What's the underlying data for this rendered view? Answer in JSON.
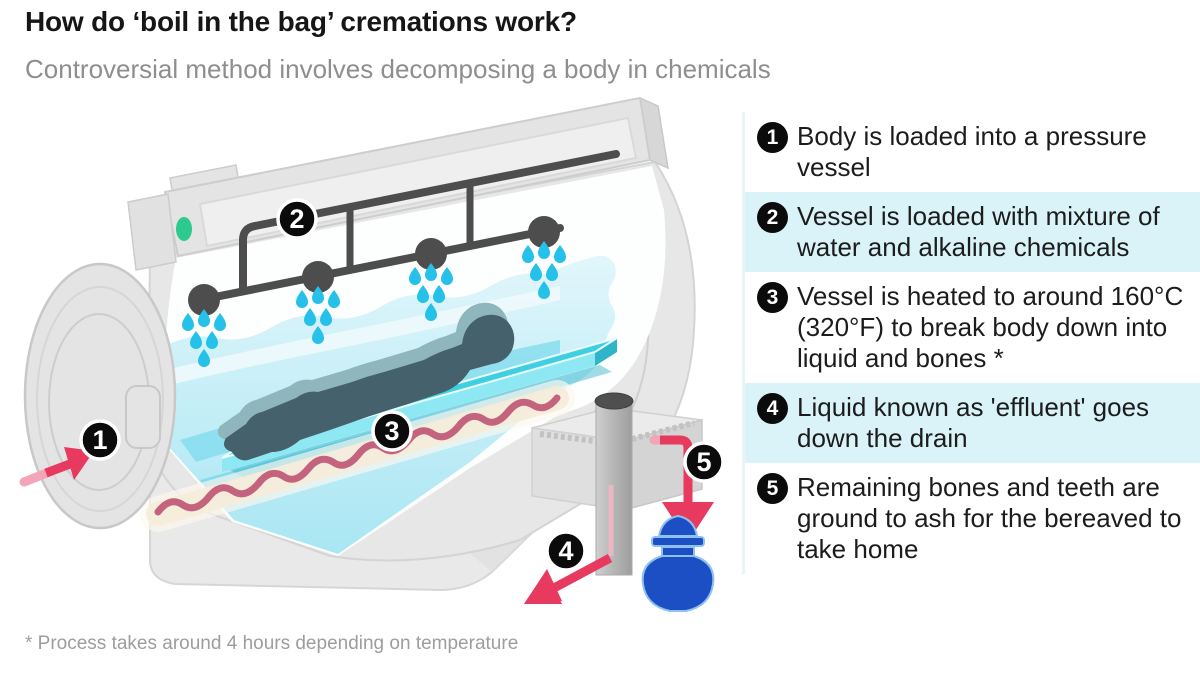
{
  "header": {
    "title": "How do ‘boil in the bag’ cremations work?",
    "subtitle": "Controversial method involves decomposing a body in chemicals"
  },
  "footnote": "* Process takes around 4 hours depending on temperature",
  "steps": [
    {
      "num": "1",
      "text": "Body is loaded into a pressure vessel",
      "highlighted": false
    },
    {
      "num": "2",
      "text": "Vessel is loaded with mixture of water and alkaline chemicals",
      "highlighted": true
    },
    {
      "num": "3",
      "text": "Vessel is heated to around 160°C (320°F) to break body down into liquid and bones *",
      "highlighted": false
    },
    {
      "num": "4",
      "text": "Liquid known as 'effluent' goes down the drain",
      "highlighted": true
    },
    {
      "num": "5",
      "text": "Remaining bones and teeth are ground to ash for the bereaved to take home",
      "highlighted": false
    }
  ],
  "diagram": {
    "description": "Cutaway pressure vessel with body submerged in alkaline water, sprinkler pipes above, heating element below, drain unit with pipe, effluent arrow and blue ash urn",
    "icons": [
      "pressure-vessel",
      "vessel-door",
      "sprinkler-pipes",
      "water-droplets",
      "body-silhouette",
      "heating-element",
      "drain-unit",
      "effluent-arrow",
      "load-arrow",
      "ash-arrow",
      "urn-icon",
      "indicator-light"
    ]
  },
  "colors": {
    "accent-cyan": "#d9f3f9",
    "badge-black": "#0b0b0b",
    "arrow-pink": "#e8395e",
    "arrow-pink-light": "#f3a5b8",
    "urn-blue": "#1d4fc4",
    "indicator-green": "#2ec98f",
    "water-top": "#e1f6fb",
    "water-deep": "#a9e6f3",
    "platform-teal": "#40cfe2",
    "heater-pink": "#c4637e",
    "body-dark": "#45616b",
    "body-light": "#8fb6bd",
    "droplet-blue": "#26c1e8"
  }
}
